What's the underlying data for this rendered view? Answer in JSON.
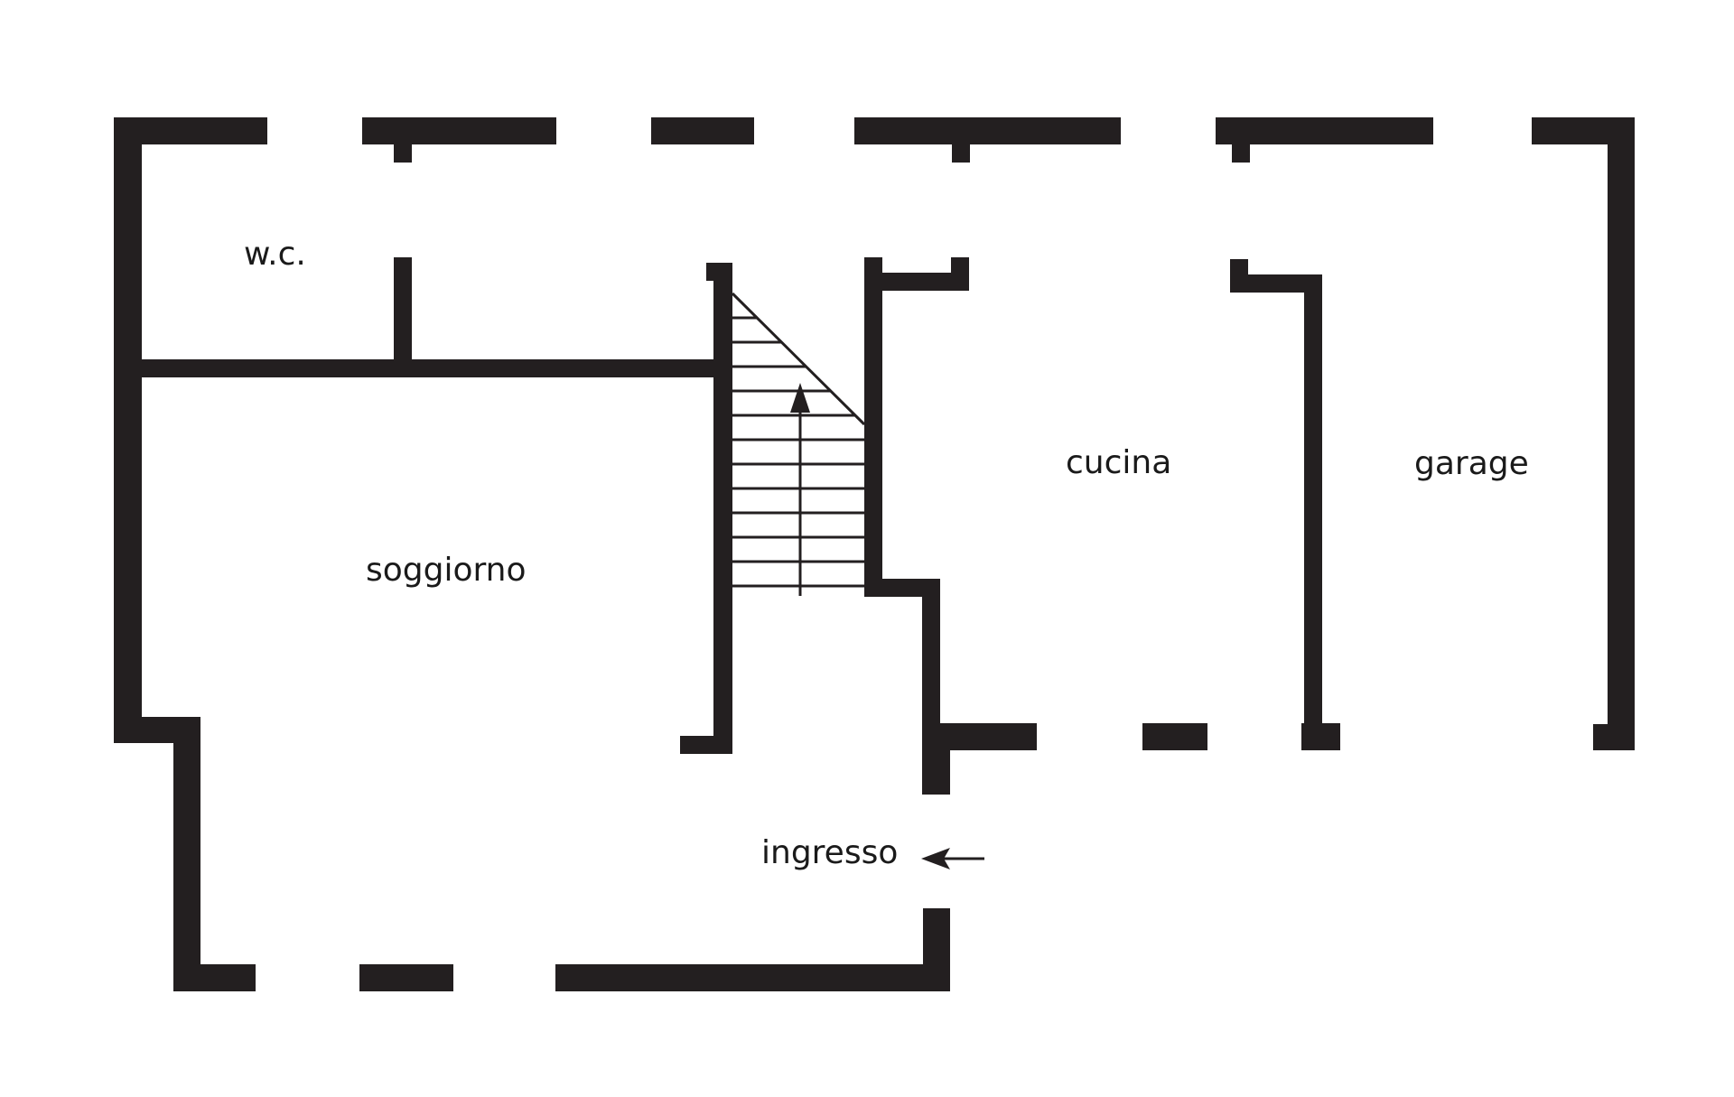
{
  "colors": {
    "wall": "#231f20",
    "background": "#ffffff"
  },
  "rooms": {
    "wc": "w.c.",
    "soggiorno": "soggiorno",
    "cucina": "cucina",
    "garage": "garage",
    "ingresso": "ingresso"
  },
  "icons": {
    "stair_direction": "up-arrow-icon",
    "entrance_direction": "left-arrow-icon"
  }
}
